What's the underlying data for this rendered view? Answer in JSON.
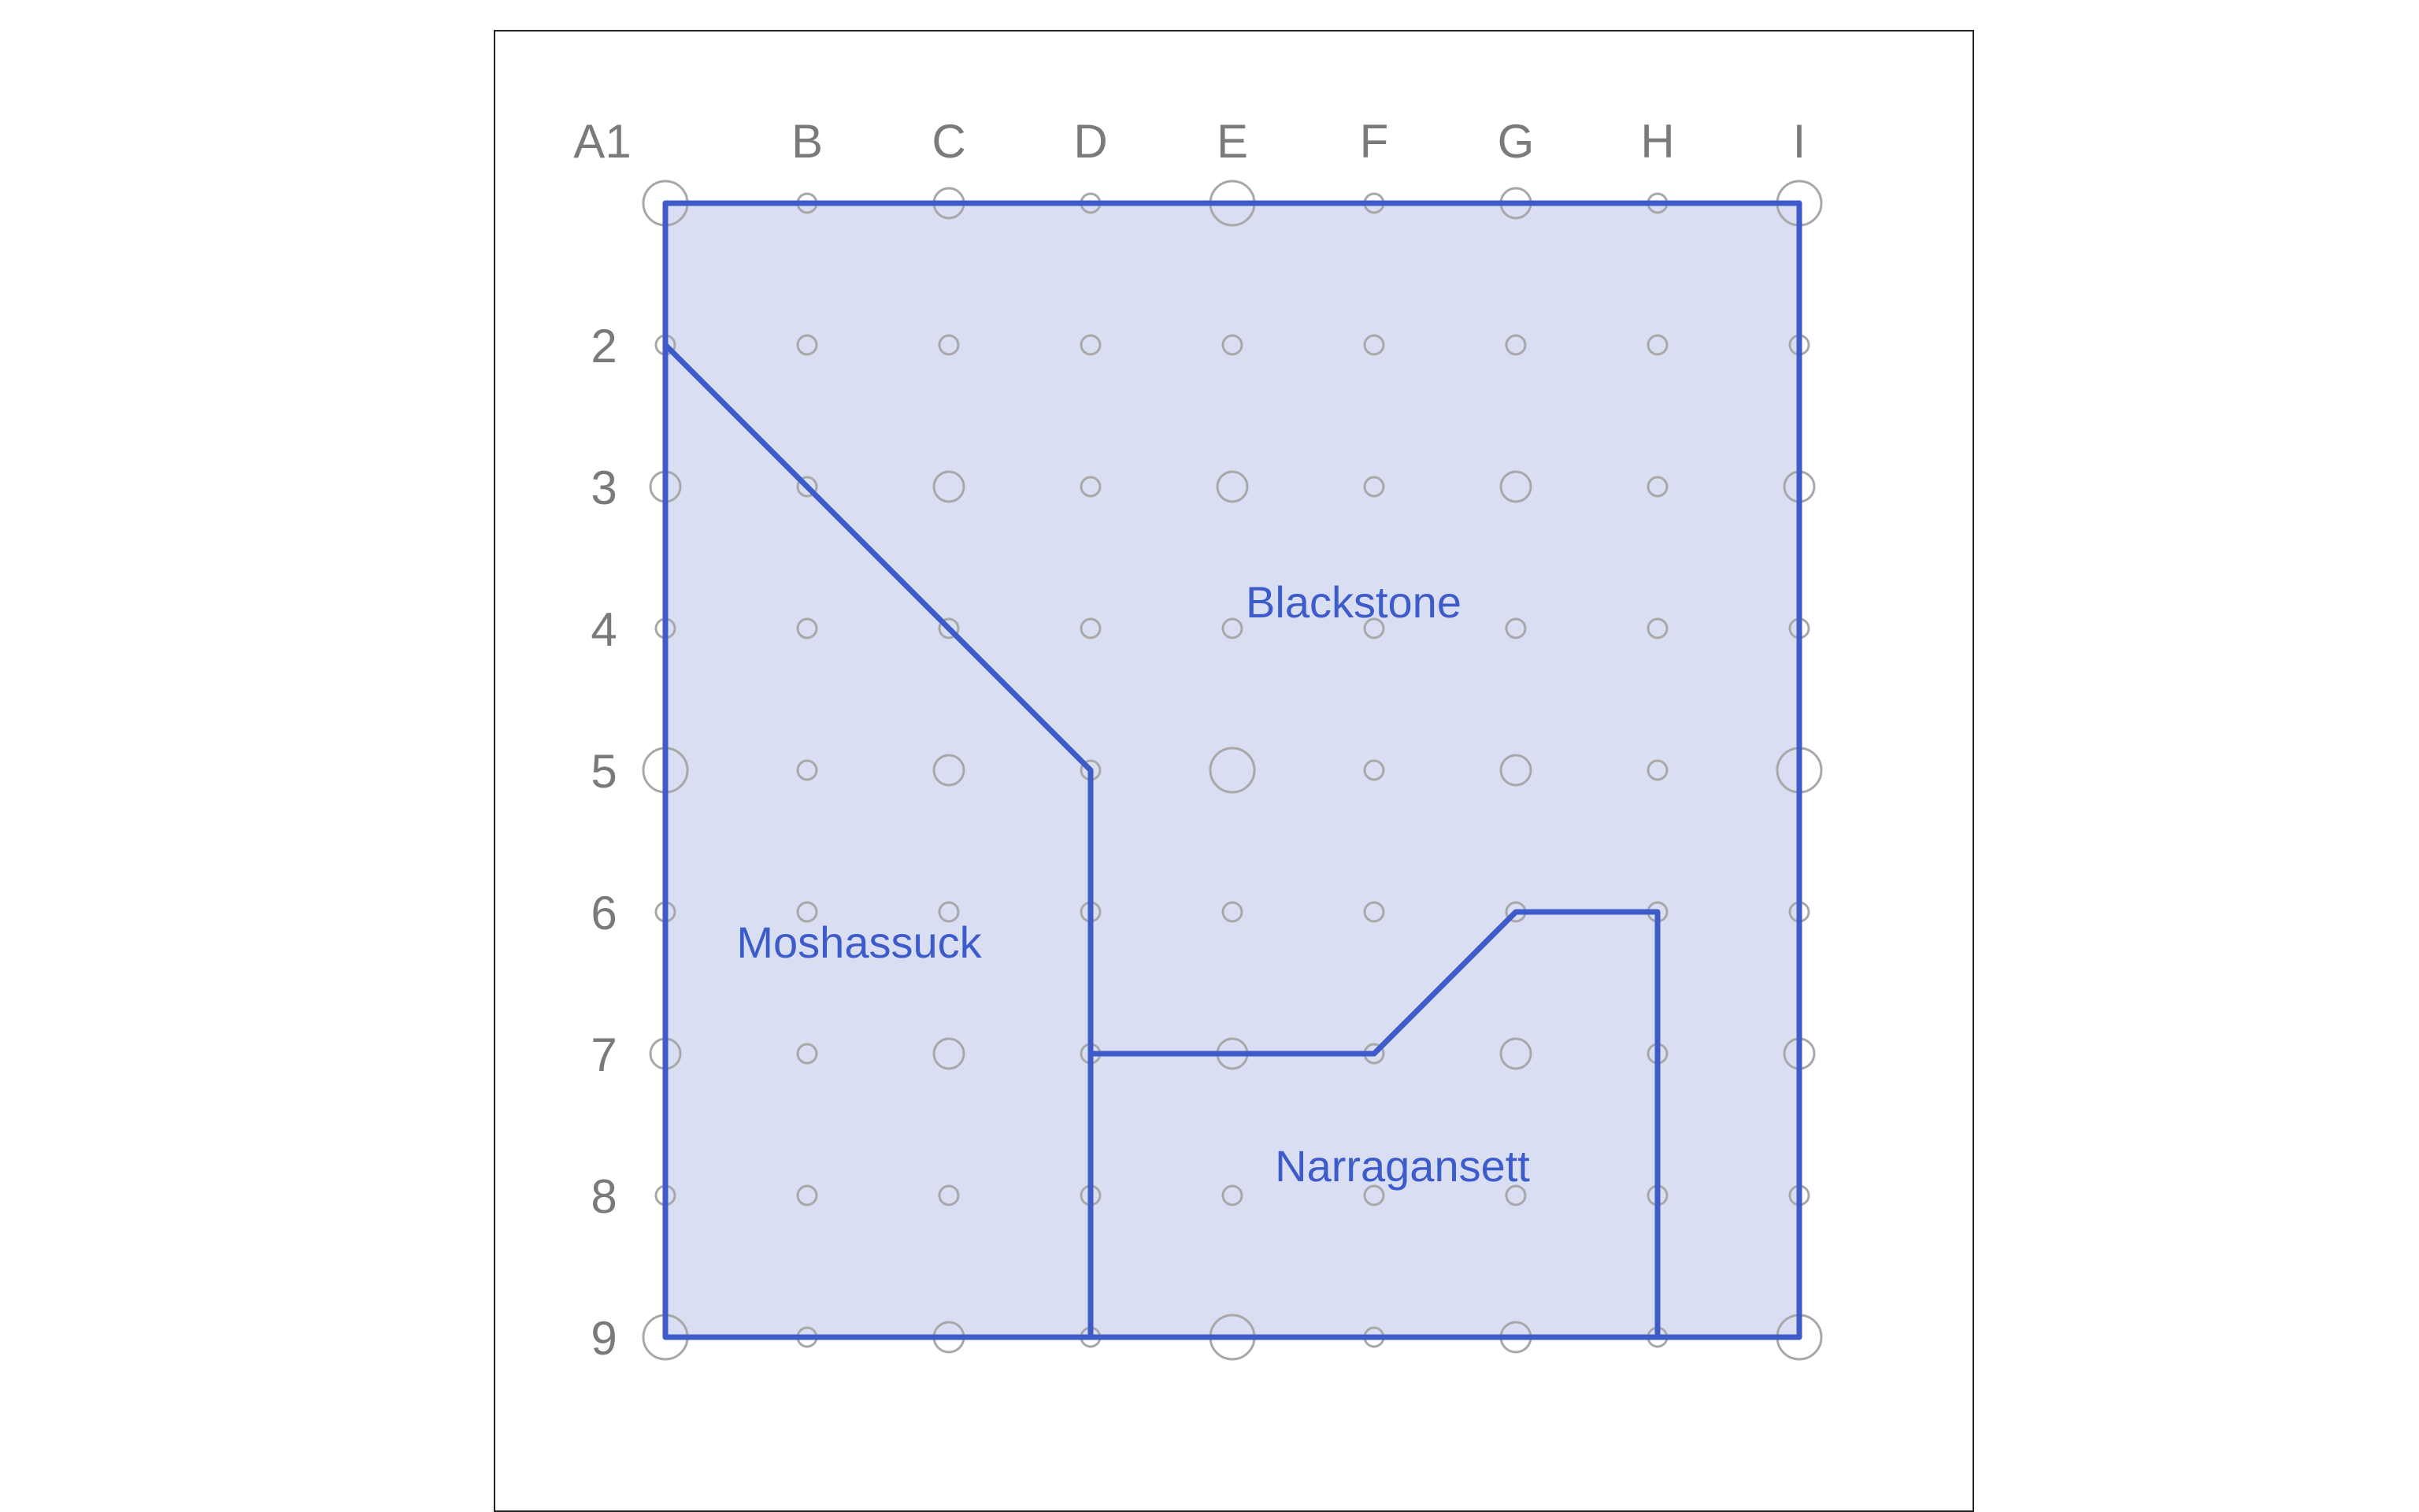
{
  "board": {
    "columns": [
      "A1",
      "B",
      "C",
      "D",
      "E",
      "F",
      "G",
      "H",
      "I"
    ],
    "rows": [
      "",
      "2",
      "3",
      "4",
      "5",
      "6",
      "7",
      "8",
      "9"
    ],
    "accent_color": "#3d5cc9",
    "fill_color": "#d9def3",
    "peg_color": "#a8a8a8"
  },
  "regions": [
    {
      "name": "Blackstone"
    },
    {
      "name": "Moshassuck"
    },
    {
      "name": "Narragansett"
    }
  ]
}
